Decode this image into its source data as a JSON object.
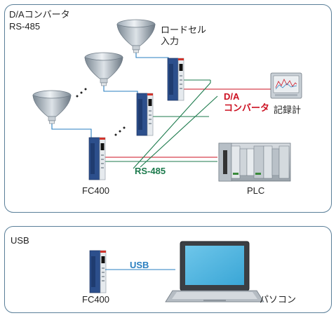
{
  "top_panel": {
    "title_line1": "D/Aコンバータ",
    "title_line2": "RS-485",
    "load_cell_line1": "ロードセル",
    "load_cell_line2": "入力",
    "da_line1": "D/A",
    "da_line2": "コンバータ",
    "recorder_label": "記録計",
    "rs485_label": "RS-485",
    "fc400_label": "FC400",
    "plc_label": "PLC"
  },
  "bottom_panel": {
    "title": "USB",
    "usb_label": "USB",
    "fc400_label": "FC400",
    "pc_label": "パソコン"
  },
  "colors": {
    "panel_border": "#5a7f99",
    "da_red": "#cc1122",
    "rs485_green": "#1c7a4c",
    "usb_blue": "#2a7fc0"
  }
}
